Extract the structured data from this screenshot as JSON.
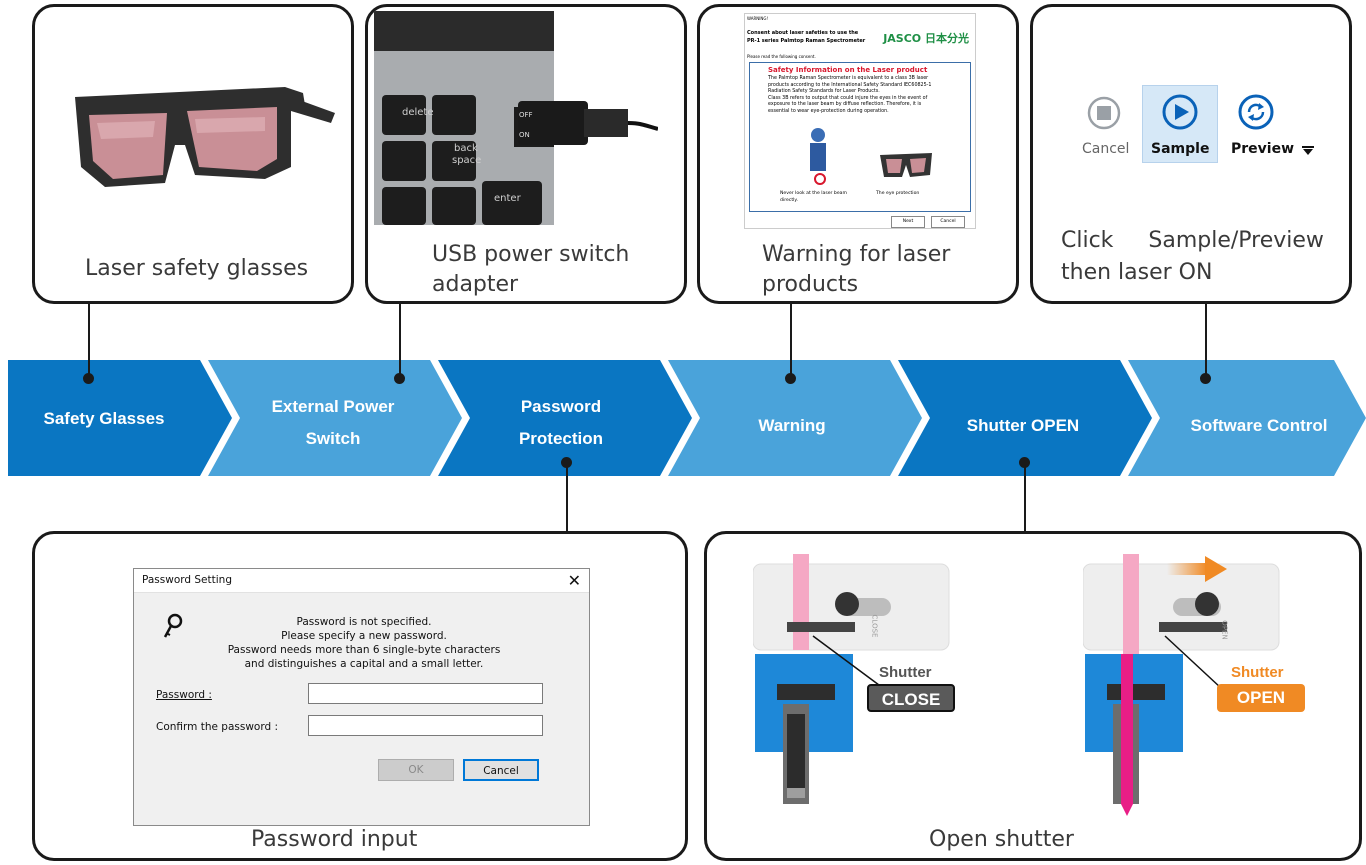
{
  "stages": [
    {
      "line1": "Safety Glasses",
      "line2": ""
    },
    {
      "line1": "External Power",
      "line2": "Switch"
    },
    {
      "line1": "Password",
      "line2": "Protection"
    },
    {
      "line1": "Warning",
      "line2": ""
    },
    {
      "line1": "Shutter OPEN",
      "line2": ""
    },
    {
      "line1": "Software Control",
      "line2": ""
    }
  ],
  "colors": {
    "stage_dark": "#0a76c2",
    "stage_light": "#4aa3da",
    "orange": "#f08a24",
    "close_badge": "#5a5a5a"
  },
  "cards": {
    "glasses": {
      "caption": "Laser safety glasses"
    },
    "usb": {
      "caption_line1": "USB power switch",
      "caption_line2": "adapter",
      "key_delete": "delete",
      "key_back": "back",
      "key_space": "space",
      "key_enter": "enter",
      "switch_on": "ON",
      "switch_off": "OFF"
    },
    "warning": {
      "caption_line1": "Warning  for  laser",
      "caption_line2": "products",
      "doc_top": "WARNING!",
      "doc_heading1": "Consent about laser safeties to use the",
      "doc_heading2": "PR-1 series Palmtop Raman Spectrometer",
      "doc_logo": "JASCO 日本分光",
      "doc_read": "Please read the following consent.",
      "doc_title": "Safety Information on the Laser product",
      "doc_body": [
        "The Palmtop Raman Spectrometer is equivalent to a class 3B laser",
        "products according to the International Safety Standard IEC60825-1",
        "Radiation Safety Standards for Laser Products.",
        "Class 3B refers to output that could injure the eyes in the event of",
        "exposure to the laser beam by diffuse reflection. Therefore, it is",
        "essential to wear eye-protection during operation."
      ],
      "doc_caption_left1": "Never look at the laser beam",
      "doc_caption_left2": "directly.",
      "doc_caption_right": "The eye protection",
      "doc_next": "Next",
      "doc_cancel": "Cancel"
    },
    "software": {
      "caption_line1": "Click     Sample/Preview",
      "caption_line2": "then laser ON",
      "cancel_label": "Cancel",
      "sample_label": "Sample",
      "preview_label": "Preview"
    },
    "password": {
      "caption": "Password input",
      "dialog_title": "Password Setting",
      "message": [
        "Password is not specified.",
        "Please specify a new password.",
        "Password needs more than 6 single-byte characters",
        "and distinguishes a capital and a small letter."
      ],
      "password_label": "Password :",
      "confirm_label": "Confirm the password :",
      "password_value": "",
      "confirm_value": "",
      "ok_label": "OK",
      "cancel_label": "Cancel"
    },
    "shutter": {
      "caption": "Open shutter",
      "left_label": "Shutter",
      "left_state": "CLOSE",
      "right_label": "Shutter",
      "right_state": "OPEN",
      "plate_close": "CLOSE",
      "plate_open": "OPEN"
    }
  }
}
